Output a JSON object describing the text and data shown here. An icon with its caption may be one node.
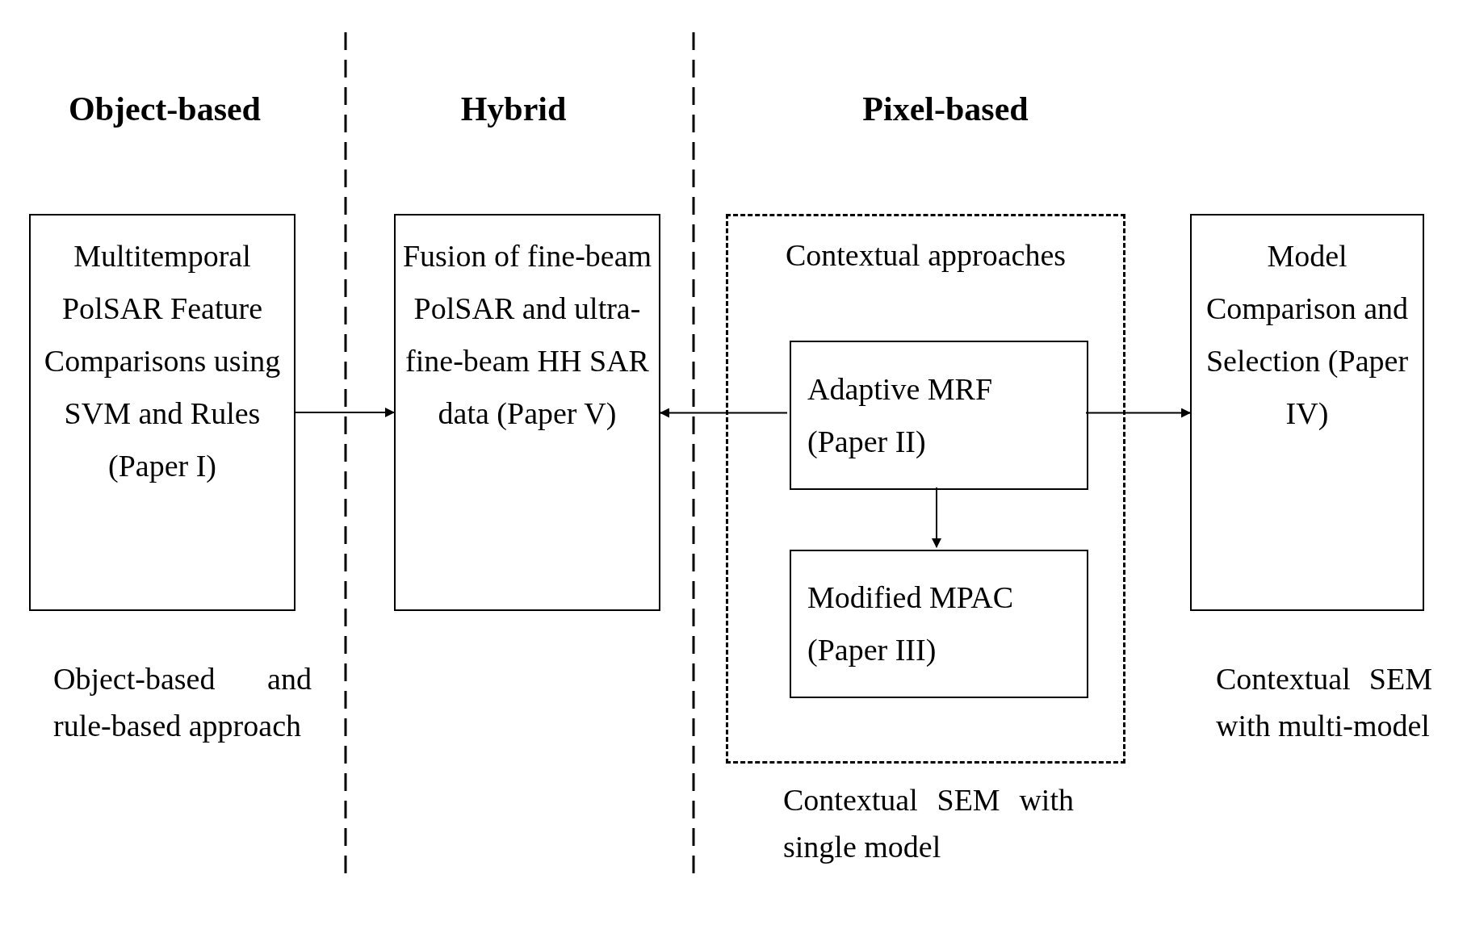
{
  "diagram": {
    "nodes": [
      {
        "text": [
          "Multitemporal PolSAR Feature Comparisons using SVM and Rules (Paper I)"
        ],
        "beside": [
          "Object-based and rule-based approach"
        ]
      },
      {
        "text": [
          "Fusion of fine-beam PolSAR and ultra-fine-beam HH SAR data (Paper V)"
        ]
      },
      {
        "text": [
          "Contextual approaches"
        ],
        "beside": [
          "Contextual SEM with single model"
        ]
      },
      {
        "text": [
          "Adaptive MRF (Paper II)"
        ],
        "in": 2
      },
      {
        "text": [
          "Modified MPAC (Paper III)"
        ],
        "in": 2
      },
      {
        "text": [
          "Model Comparison and Selection (Paper IV)"
        ],
        "beside": [
          "Contextual SEM with multi-model"
        ]
      }
    ],
    "edges": [
      {
        "from": 0,
        "to": 1,
        "arrow": "to"
      },
      {
        "from": 3,
        "to": 1,
        "arrow": "to"
      },
      {
        "from": 3,
        "to": 5,
        "arrow": "to"
      },
      {
        "from": 3,
        "to": 4,
        "arrow": "to"
      }
    ],
    "labels": [
      "Object-based",
      "Hybrid",
      "Pixel-based"
    ]
  }
}
